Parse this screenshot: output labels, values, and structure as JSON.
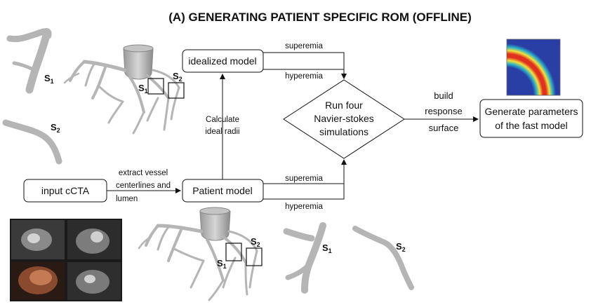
{
  "title": "(A) GENERATING PATIENT SPECIFIC ROM (OFFLINE)",
  "boxes": {
    "idealized": "idealized model",
    "patient": "Patient model",
    "input": "input cCTA",
    "simulation": [
      "Run four",
      "Navier-stokes",
      "simulations"
    ],
    "generate": [
      "Generate parameters",
      "of the fast model"
    ]
  },
  "edge_labels": {
    "supremia_top": "superemia",
    "hyperemia_top": "hyperemia",
    "supremia_bottom": "superemia",
    "hyperemia_bottom": "hyperemia",
    "calculate": [
      "Calculate",
      "ideal radii"
    ],
    "extract": [
      "extract vessel",
      "centerlines and",
      "lumen"
    ],
    "build": [
      "build",
      "response",
      "surface"
    ]
  },
  "segment_labels": {
    "letter": "S",
    "sub1": "1",
    "sub2": "2"
  },
  "colors": {
    "stroke": "#111111",
    "vessel": "#b5b5b5",
    "heatmap_bg": "#2a3fa6"
  }
}
